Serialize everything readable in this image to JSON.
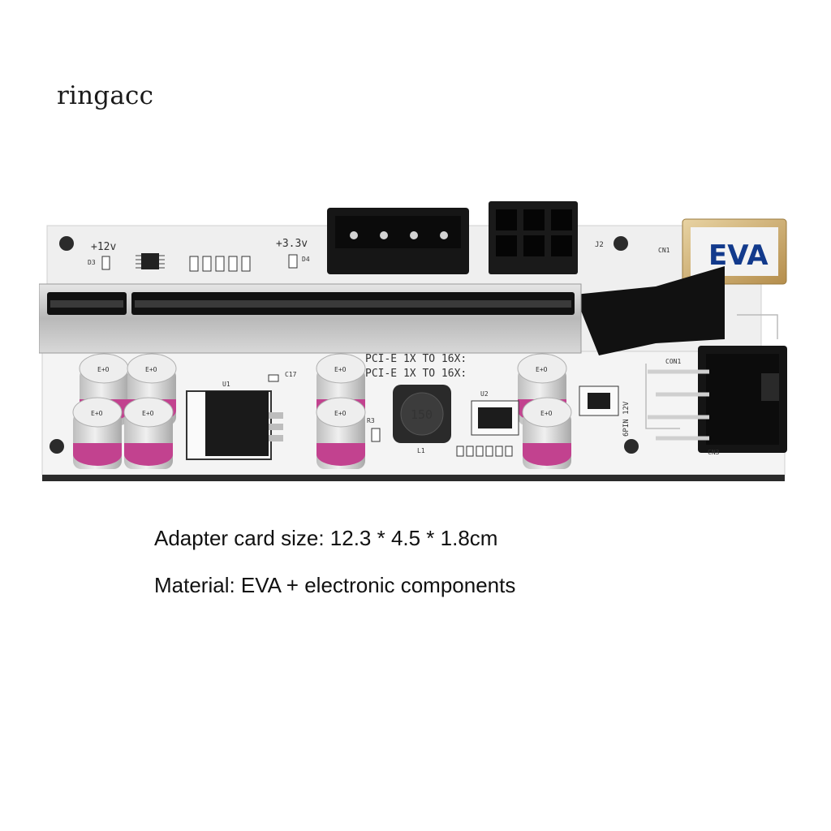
{
  "brand": "ringacc",
  "board": {
    "labels": {
      "v12": "+12v",
      "v33": "+3.3v",
      "slot_text": "PCI-E 1X TO 16X:",
      "slot_text_top": "PCI-E 1X TO 16X:",
      "eva": "EVA",
      "j2": "J2",
      "cn1": "CN1",
      "u1": "U1",
      "u2": "U2",
      "l1": "L1",
      "d3": "D3",
      "d4": "D4",
      "r3": "R3",
      "c17": "C17",
      "inductor": "150",
      "pin_label": "6PIN 12V",
      "cn3": "CN3",
      "conn_c": "CON1"
    }
  },
  "specs": {
    "size": "Adapter card size: 12.3 * 4.5 * 1.8cm",
    "material": "Material: EVA + electronic components"
  },
  "colors": {
    "pcb": "#f2f2f2",
    "connector_black": "#141414",
    "capacitor_band": "#c2428f",
    "capacitor_body": "#d6d6d6",
    "slot_silver": "#c8c8c8",
    "usb_gold": "#c9a86a"
  }
}
